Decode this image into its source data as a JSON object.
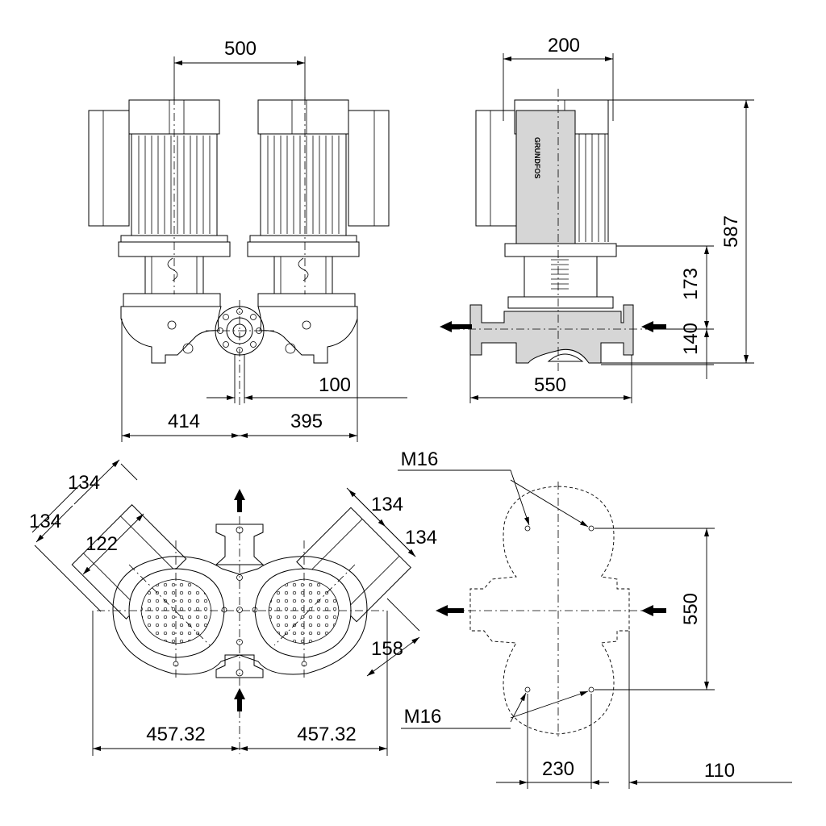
{
  "drawing": {
    "front_view": {
      "motor_spacing": "500",
      "left_offset": "414",
      "right_offset": "395",
      "center_offset": "100"
    },
    "side_view": {
      "motor_width": "200",
      "total_height": "587",
      "mid_height": "173",
      "base_height": "140",
      "flange_length": "550",
      "brand": "GRUNDFOS"
    },
    "top_view": {
      "clear_a": "134",
      "clear_b": "134",
      "clear_c": "122",
      "clear_d": "134",
      "clear_e": "134",
      "clear_f": "158",
      "left_width": "457.32",
      "right_width": "457.32"
    },
    "base_view": {
      "bolt_top": "M16",
      "bolt_bottom": "M16",
      "bolt_spacing": "550",
      "offset_left": "230",
      "offset_right": "110"
    }
  }
}
